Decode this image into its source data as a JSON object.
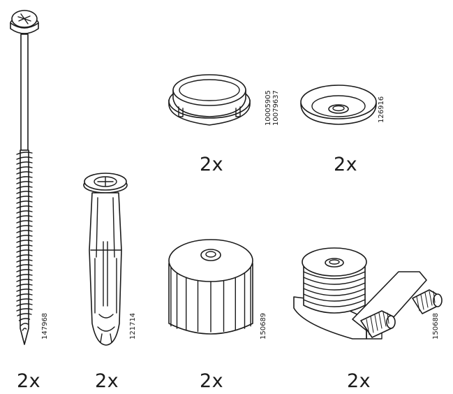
{
  "parts": [
    {
      "id": "screw",
      "code": "147968",
      "qty": "2x"
    },
    {
      "id": "wall-plug",
      "code": "121714",
      "qty": "2x"
    },
    {
      "id": "cap",
      "code": "10005905",
      "code2": "10079637",
      "qty": "2x"
    },
    {
      "id": "washer",
      "code": "126916",
      "qty": "2x"
    },
    {
      "id": "adjustable-foot",
      "code": "150689",
      "qty": "2x"
    },
    {
      "id": "bracket-foot",
      "code": "150688",
      "qty": "2x"
    }
  ]
}
